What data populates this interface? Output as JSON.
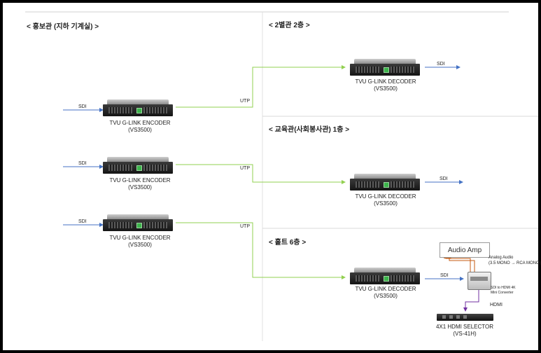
{
  "sections": {
    "hongbo": "< 홍보관 (지하 기계실) >",
    "byeolgwan": "< 2별관 2층 >",
    "gyoyuk": "< 교육관(사회봉사관) 1층 >",
    "holt": "< 홀트 6층 >"
  },
  "encoders": [
    {
      "name": "TVU G-LINK ENCODER",
      "model": "(VS3500)"
    },
    {
      "name": "TVU G-LINK ENCODER",
      "model": "(VS3500)"
    },
    {
      "name": "TVU G-LINK ENCODER",
      "model": "(VS3500)"
    }
  ],
  "decoders": [
    {
      "name": "TVU G-LINK DECODER",
      "model": "(VS3500)"
    },
    {
      "name": "TVU G-LINK DECODER",
      "model": "(VS3500)"
    },
    {
      "name": "TVU G-LINK DECODER",
      "model": "(VS3500)"
    }
  ],
  "signals": {
    "sdi": "SDI",
    "utp": "UTP",
    "hdmi": "HDMI"
  },
  "audio_amp": "Audio Amp",
  "analog_audio": [
    "Analog Audio",
    "(3.5 MONO → RCA MONO)"
  ],
  "converter": [
    "SDI to HDMI 4K",
    "Mini Converter"
  ],
  "selector": {
    "name": "4X1 HDMI SELECTOR",
    "model": "(VS-41H)"
  },
  "colors": {
    "sdi_line": "#4472c4",
    "utp_line": "#92d050",
    "audio_line": "#c55a11",
    "hdmi_line": "#7030a0",
    "divider": "#d0d0d0"
  }
}
